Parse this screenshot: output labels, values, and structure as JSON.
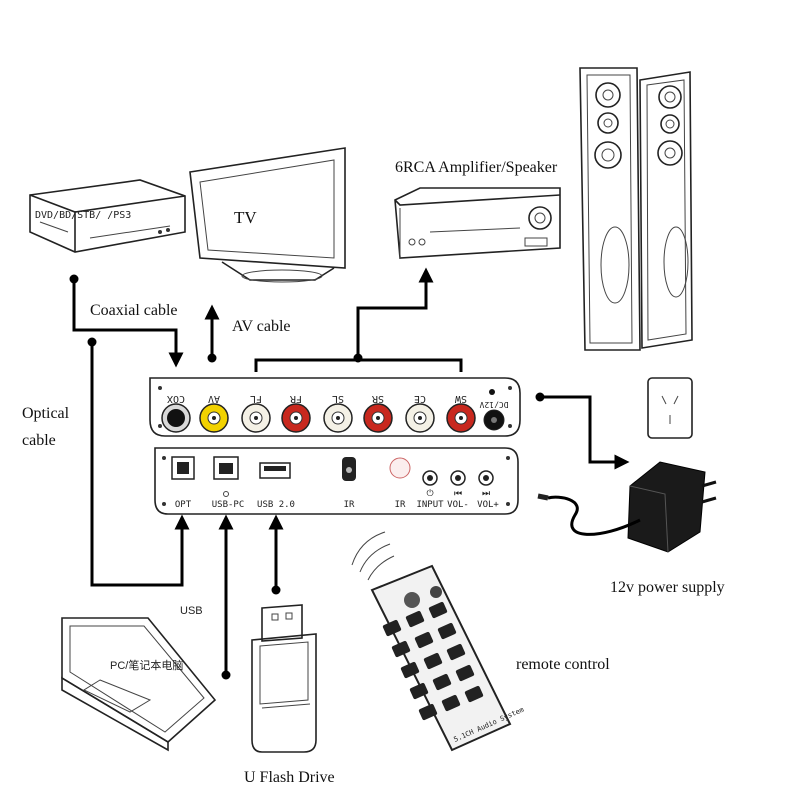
{
  "labels": {
    "dvd": "DVD/BD/STB/    /PS3",
    "tv": "TV",
    "amplifier": "6RCA Amplifier/Speaker",
    "coaxial": "Coaxial cable",
    "av": "AV cable",
    "optical_1": "Optical",
    "optical_2": "cable",
    "usb": "USB",
    "pc": "PC/笔记本电脑",
    "flash": "U Flash Drive",
    "remote": "remote control",
    "power": "12v power supply"
  },
  "front_ports": [
    "COX",
    "AV",
    "FL",
    "FR",
    "SL",
    "SR",
    "CE",
    "SW",
    "DC/12V"
  ],
  "back_ports": [
    "OPT",
    "USB-PC",
    "USB 2.0",
    "IR",
    "IR",
    "INPUT",
    "VOL-",
    "VOL+"
  ],
  "remote_brand": "5.1CH Audio System",
  "colors": {
    "black_jack": "#111111",
    "yellow_jack": "#f2d200",
    "white_jack": "#f4f1e6",
    "red_jack": "#c8281e",
    "wire": "#000000"
  }
}
